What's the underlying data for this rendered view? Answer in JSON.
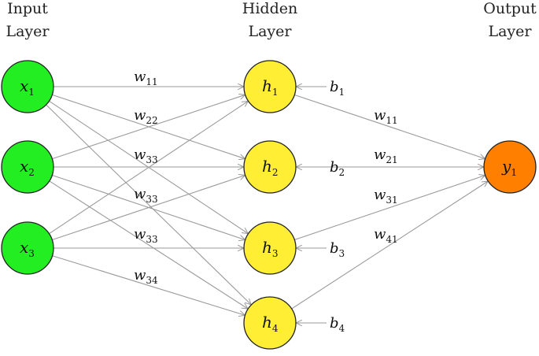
{
  "titles": {
    "input": [
      "Input",
      "Layer"
    ],
    "hidden": [
      "Hidden",
      "Layer"
    ],
    "output": [
      "Output",
      "Layer"
    ]
  },
  "colors": {
    "input": "#22ee22",
    "hidden": "#ffee33",
    "output": "#ff7f00",
    "edge": "#9a9a9a"
  },
  "nodes": {
    "input": [
      {
        "base": "x",
        "sub": "1"
      },
      {
        "base": "x",
        "sub": "2"
      },
      {
        "base": "x",
        "sub": "3"
      }
    ],
    "hidden": [
      {
        "base": "h",
        "sub": "1"
      },
      {
        "base": "h",
        "sub": "2"
      },
      {
        "base": "h",
        "sub": "3"
      },
      {
        "base": "h",
        "sub": "4"
      }
    ],
    "output": [
      {
        "base": "y",
        "sub": "1"
      }
    ]
  },
  "edge_labels_input_hidden": [
    {
      "base": "w",
      "sub": "11"
    },
    {
      "base": "w",
      "sub": "22"
    },
    {
      "base": "w",
      "sub": "33"
    },
    {
      "base": "w",
      "sub": "33"
    },
    {
      "base": "w",
      "sub": "33"
    },
    {
      "base": "w",
      "sub": "34"
    }
  ],
  "edge_labels_hidden_output": [
    {
      "base": "w",
      "sub": "11"
    },
    {
      "base": "w",
      "sub": "21"
    },
    {
      "base": "w",
      "sub": "31"
    },
    {
      "base": "w",
      "sub": "41"
    }
  ],
  "biases": [
    {
      "base": "b",
      "sub": "1"
    },
    {
      "base": "b",
      "sub": "2"
    },
    {
      "base": "b",
      "sub": "3"
    },
    {
      "base": "b",
      "sub": "4"
    }
  ]
}
